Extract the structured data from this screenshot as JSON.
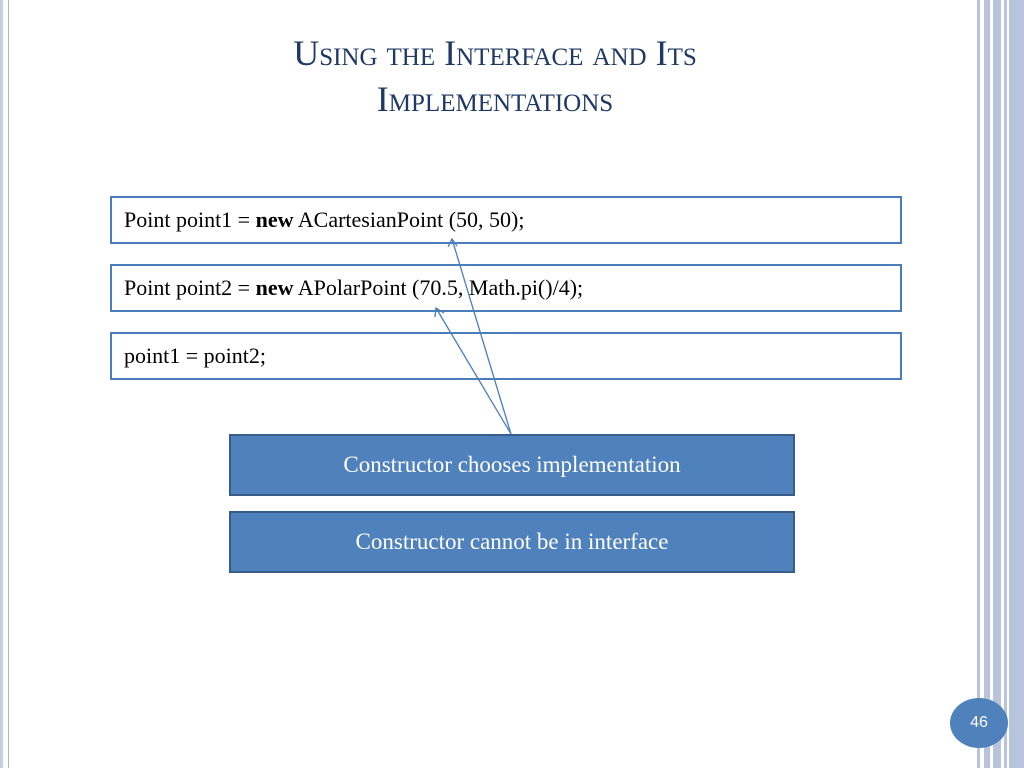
{
  "slide": {
    "title_line1": "Using the Interface and Its",
    "title_line2": "Implementations",
    "page_number": "46"
  },
  "code_lines": [
    {
      "prefix": "Point point1 = ",
      "keyword": "new",
      "suffix": " ACartesianPoint (50, 50);"
    },
    {
      "prefix": "Point point2 = ",
      "keyword": "new",
      "suffix": " APolarPoint (70.5, Math.pi()/4);"
    },
    {
      "prefix": "point1 = point2;",
      "keyword": "",
      "suffix": ""
    }
  ],
  "notes": [
    "Constructor chooses implementation",
    "Constructor cannot be in interface"
  ],
  "colors": {
    "accent": "#4f81bd",
    "accent_border": "#385d8a",
    "title": "#1f3864",
    "code_border": "#4a7ebb"
  }
}
